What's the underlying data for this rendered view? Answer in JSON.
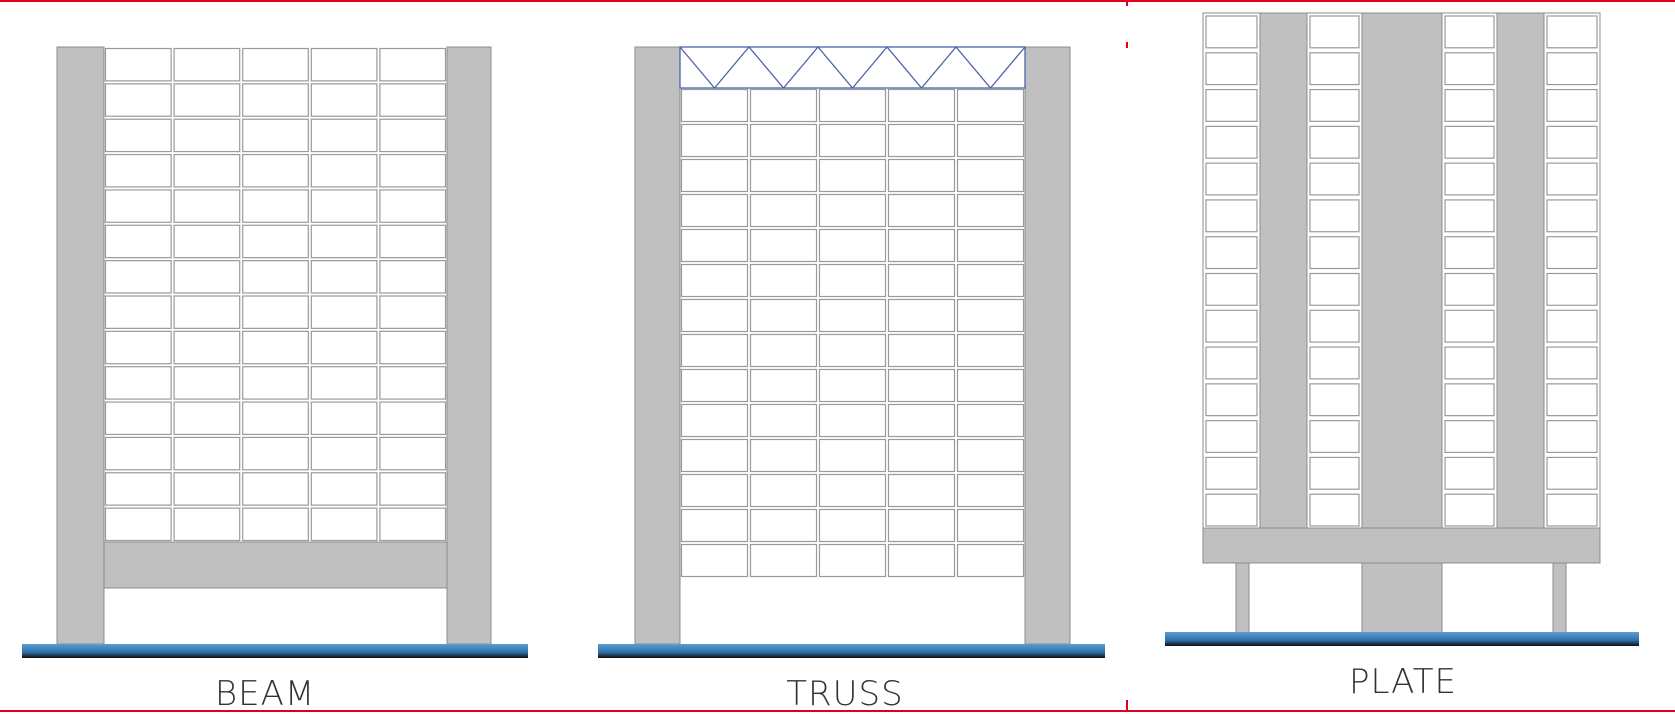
{
  "labels": {
    "beam": "BEAM",
    "truss": "TRUSS",
    "plate": "PLATE"
  },
  "colors": {
    "structure_fill": "#c0c0c0",
    "ground_fill": "#3a7fb6",
    "ground_shadow": "#0d0d0d",
    "truss_line": "#4a63a8",
    "border_accent": "#e0001a"
  },
  "diagrams": {
    "beam": {
      "floors": 14,
      "bays": 5
    },
    "truss": {
      "floors": 14,
      "bays": 5,
      "truss_panels": 5
    },
    "plate": {
      "floors": 14,
      "window_columns": 4
    }
  }
}
